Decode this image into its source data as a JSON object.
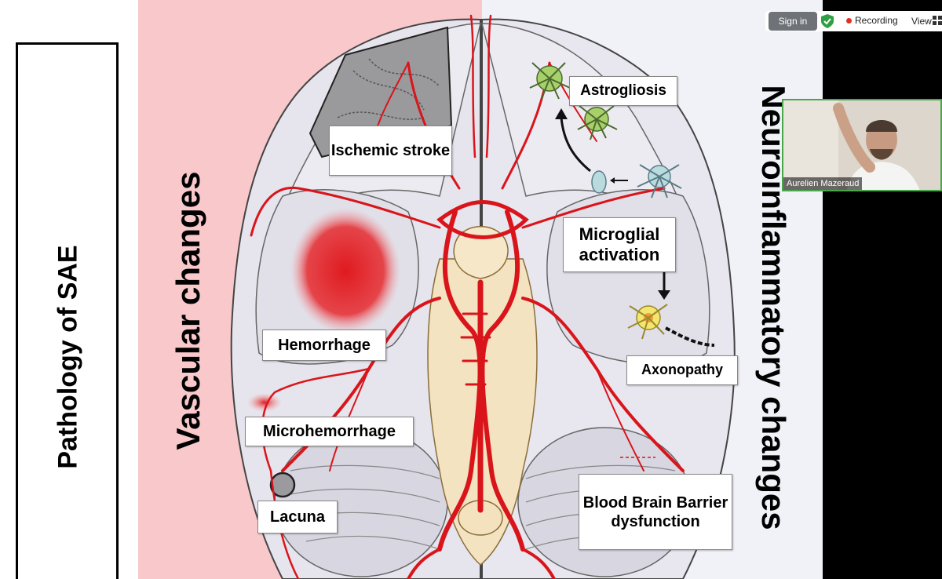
{
  "slide": {
    "sae_title": "Pathology of SAE",
    "vascular_title": "Vascular changes",
    "neuro_title": "Neuroinflammatory changes",
    "labels": {
      "ischemic_stroke": "Ischemic stroke",
      "hemorrhage": "Hemorrhage",
      "microhemorrhage": "Microhemorrhage",
      "lacuna": "Lacuna",
      "astrogliosis": "Astrogliosis",
      "microglial_activation": "Microglial activation",
      "axonopathy": "Axonopathy",
      "bbb": "Blood Brain Barrier dysfunction"
    }
  },
  "meeting": {
    "sign_in": "Sign in",
    "recording": "Recording",
    "view": "View",
    "participant_name": "Aurelien Mazeraud"
  },
  "colors": {
    "pink_panel": "#f8c8cb",
    "vessel_red": "#d9151b",
    "recording_dot": "#e0301e",
    "shield_green": "#2ea043"
  },
  "icons": [
    "shield-check-icon",
    "recording-dot-icon",
    "grid-view-icon"
  ]
}
